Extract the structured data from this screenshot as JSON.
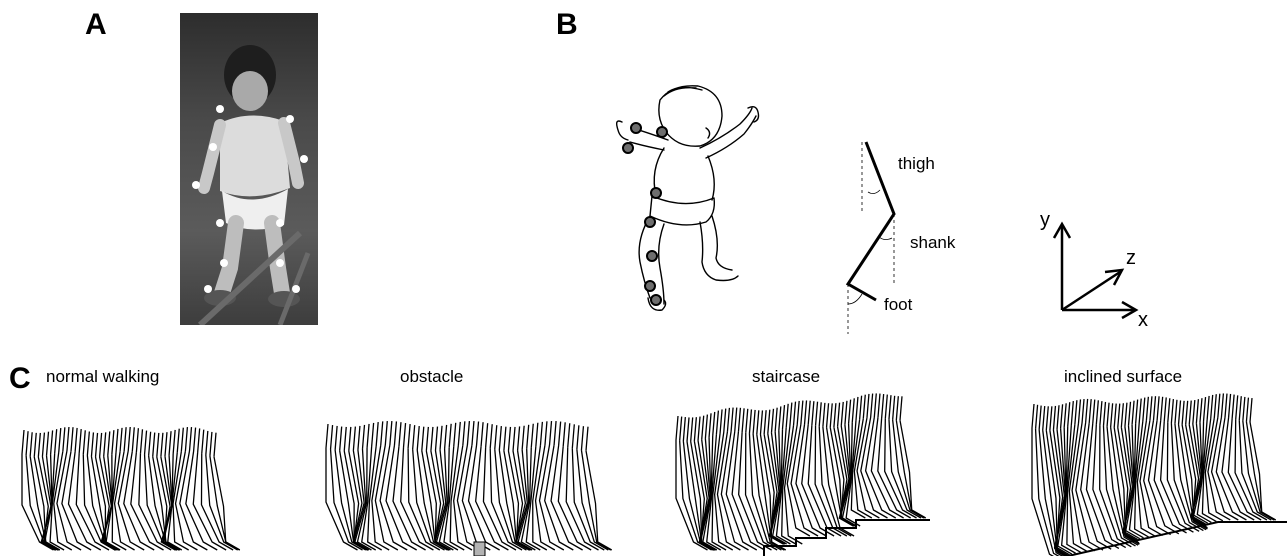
{
  "panels": {
    "a": {
      "letter": "A"
    },
    "b": {
      "letter": "B",
      "segments": {
        "thigh": "thigh",
        "shank": "shank",
        "foot": "foot"
      },
      "axes": {
        "y": "y",
        "z": "z",
        "x": "x"
      }
    },
    "c": {
      "letter": "C",
      "conditions": [
        {
          "label": "normal walking"
        },
        {
          "label": "obstacle"
        },
        {
          "label": "staircase"
        },
        {
          "label": "inclined surface"
        }
      ]
    }
  }
}
